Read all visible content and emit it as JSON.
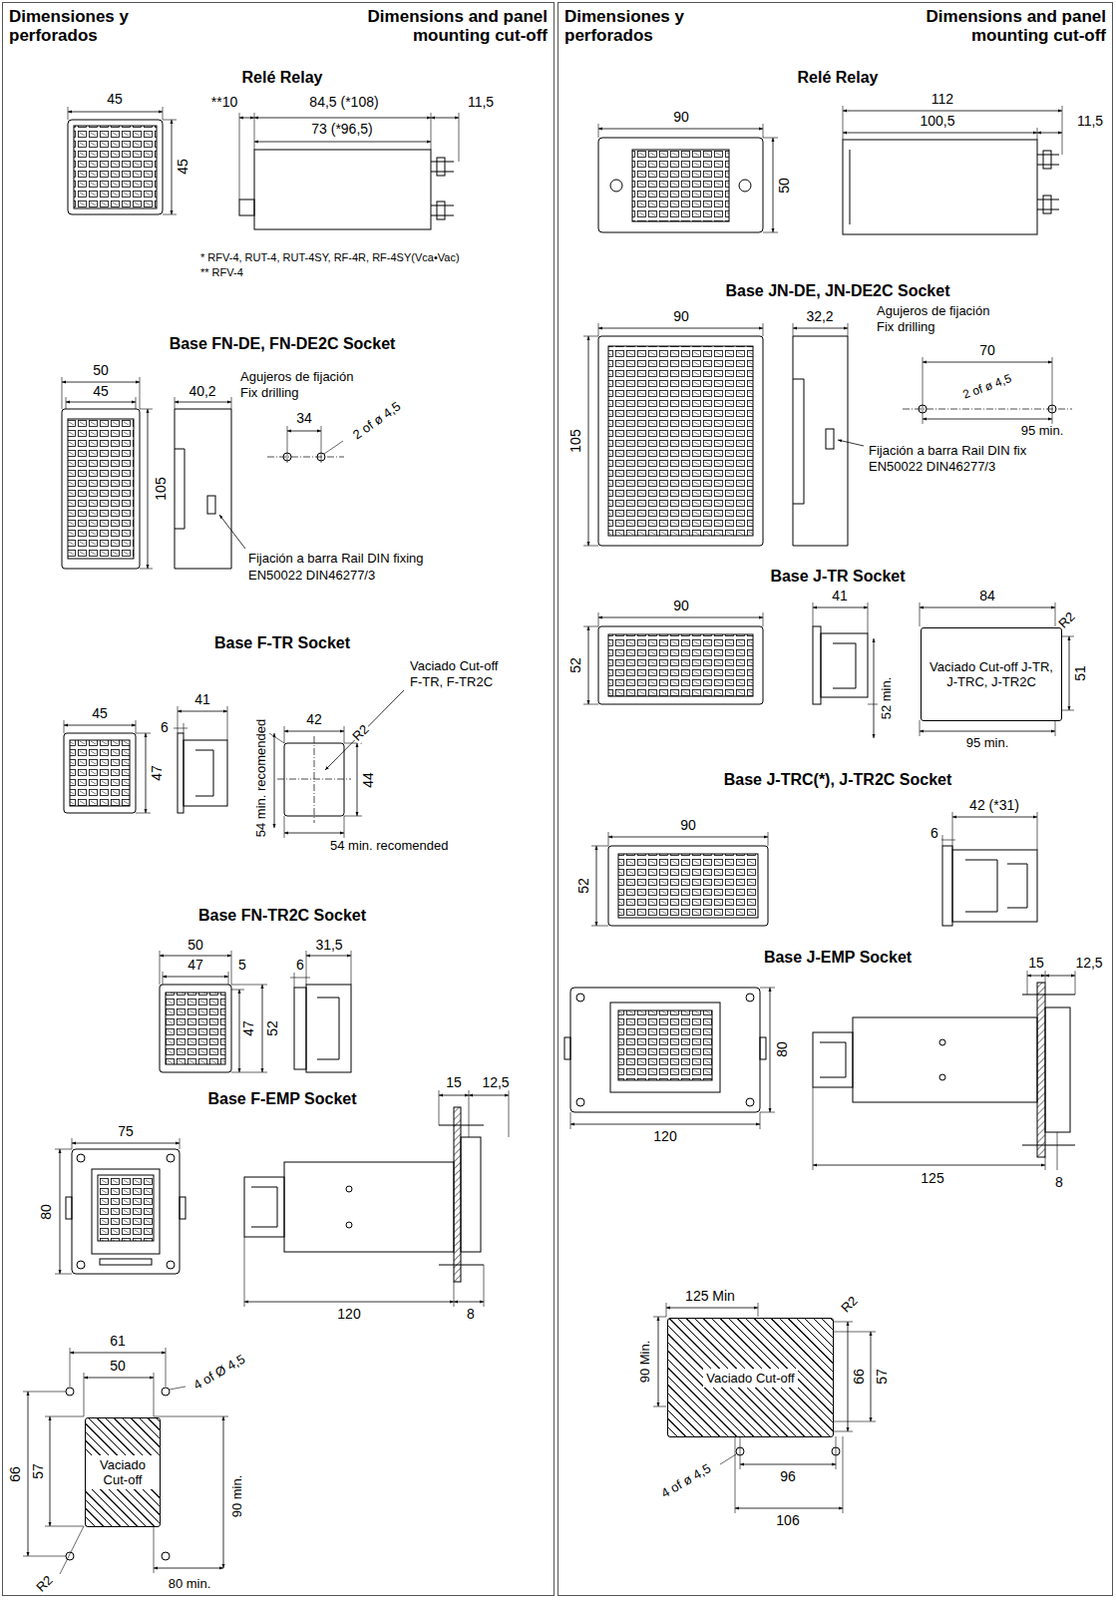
{
  "diagram": {
    "nodes": [
      {
        "text": [
          "Dimensiones y perforados",
          "Dimensions and panel mounting cut-off"
        ]
      },
      {
        "text": [
          "Vaciado Cut-off"
        ],
        "in": 0
      },
      {
        "text": [
          "Dimensiones y perforados",
          "Dimensions and panel mounting cut-off"
        ]
      },
      {
        "text": [
          "Vaciado Cut-off J-TR, J-TRC, J-TR2C"
        ],
        "in": 2
      },
      {
        "text": [
          "Vaciado Cut-off"
        ],
        "in": 2
      }
    ],
    "labels": [
      "Relé Relay",
      "45",
      "45",
      "**10",
      "84,5 (*108)",
      "11,5",
      "73 (*96,5)",
      "* RFV-4, RUT-4, RUT-4SY, RF-4R, RF-4SY(Vca•Vac)",
      "** RFV-4",
      "Base FN-DE, FN-DE2C Socket",
      "50",
      "45",
      "105",
      "40,2",
      "Agujeros de fijación",
      "Fix drilling",
      "34",
      "2 of ø 4,5",
      "Fijación a barra Rail DIN fixing",
      "EN50022 DIN46277/3",
      "Base F-TR Socket",
      "Vaciado Cut-off",
      "F-TR, F-TR2C",
      "45",
      "47",
      "6",
      "41",
      "54 min. recomended",
      "42",
      "R2",
      "44",
      "54 min. recomended",
      "Base FN-TR2C Socket",
      "50",
      "47",
      "5",
      "47",
      "52",
      "31,5",
      "6",
      "Base F-EMP Socket",
      "15",
      "12,5",
      "75",
      "80",
      "120",
      "8",
      "61",
      "50",
      "66",
      "57",
      "4 of Ø 4,5",
      "90 min.",
      "80 min.",
      "R2",
      "Relé Relay",
      "112",
      "90",
      "100,5",
      "11,5",
      "50",
      "Base JN-DE, JN-DE2C Socket",
      "90",
      "105",
      "32,2",
      "Agujeros de fijación",
      "Fix drilling",
      "70",
      "2 of ø 4,5",
      "95 min.",
      "Fijación a barra Rail DIN fix",
      "EN50022 DIN46277/3",
      "Base J-TR Socket",
      "90",
      "52",
      "41",
      "84",
      "R2",
      "51",
      "52 min.",
      "95 min.",
      "Base J-TRC(*), J-TR2C Socket",
      "42 (*31)",
      "90",
      "6",
      "52",
      "Base J-EMP Socket",
      "15",
      "12,5",
      "80",
      "120",
      "125",
      "8",
      "125 Min",
      "90 Min.",
      "R2",
      "66",
      "57",
      "4 of ø 4,5",
      "96",
      "106"
    ]
  }
}
